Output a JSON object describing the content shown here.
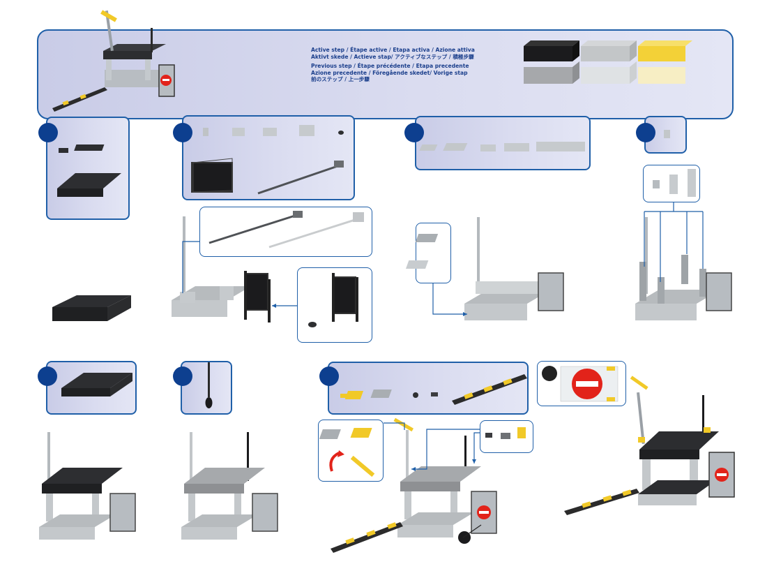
{
  "legend": {
    "active_line1": "Active step / Étape active / Etapa activa / Azione attiva",
    "active_line2": "Aktivt skede / Actieve stap/ アクティブなステップ / 積極步驟",
    "previous_line1": "Previous step / Étape précédente / Etapa precedente",
    "previous_line2": "Azione precedente / Föregående skedet/ Vorige stap",
    "previous_line3": "前のステップ / 上一步驟"
  },
  "legend_bricks": [
    {
      "name": "black-brick-active",
      "color": "#1b1b1d"
    },
    {
      "name": "black-brick-previous",
      "color": "#a6a8ab"
    },
    {
      "name": "clear-brick-active",
      "color": "#c3c6c8"
    },
    {
      "name": "clear-brick-previous",
      "color": "#dfe2e4"
    },
    {
      "name": "yellow-brick-active",
      "color": "#f3d137"
    },
    {
      "name": "yellow-brick-previous",
      "color": "#f7eec4"
    }
  ],
  "colors": {
    "panel_border": "#1f5fa8",
    "step_badge": "#0d3f8f",
    "legend_text": "#1b3f8c",
    "accent_yellow": "#f1c928",
    "no_entry_red": "#e2231a"
  },
  "icons": {
    "step_marker": "step-number-circle",
    "no_entry": "no-entry-sign"
  }
}
